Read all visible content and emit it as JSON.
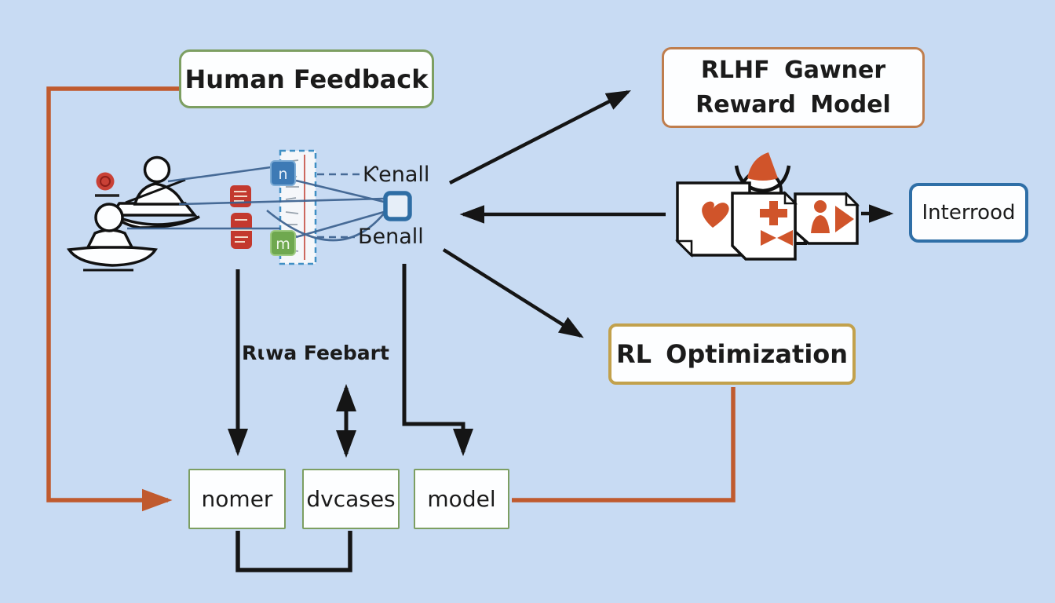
{
  "diagram": {
    "background": "#c8dbf3",
    "nodes": {
      "human_feedback": {
        "label": "Human Feedback",
        "border": "#7d9f62"
      },
      "reward_model": {
        "line1": "RLHF Gawner",
        "line2": "Reward Model",
        "border": "#bf7e4e"
      },
      "interrood": {
        "label": "Interrood",
        "border": "#2f6fa7"
      },
      "rl_optimization": {
        "label": "RL Optimization",
        "border": "#c2a14c"
      },
      "nomer": {
        "label": "nomer",
        "border": "#7d9f62"
      },
      "dvcases": {
        "label": "dvcases",
        "border": "#7d9f62"
      },
      "model": {
        "label": "model",
        "border": "#7d9f62"
      }
    },
    "annotations": {
      "output_label_top": "Ƙenall",
      "output_label_bottom": "Ƃenall",
      "feedback_label": "Rɩwa Feebart",
      "token_blue_letter": "n",
      "token_green_letter": "m"
    },
    "colors": {
      "arrow_black": "#151515",
      "arrow_orange": "#c05a2e",
      "icon_red": "#c3392e",
      "icon_orange": "#d0542a",
      "icon_blue": "#3d7ab5",
      "icon_green": "#6fa84f",
      "outline_blue": "#2e6da4",
      "dashed_border_blue": "#3f8fc4"
    }
  }
}
